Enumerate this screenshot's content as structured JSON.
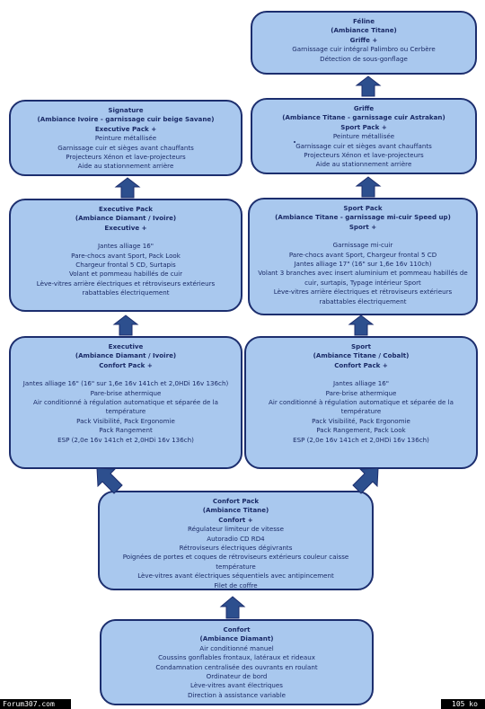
{
  "boxes": {
    "feline": {
      "title": [
        "Féline",
        "(Ambiance Titane)",
        "Griffe +"
      ],
      "lines": [
        "Garnissage cuir intégral Palimbro ou Cerbère",
        "Détection de sous-gonflage"
      ]
    },
    "griffe": {
      "title": [
        "Griffe",
        "(Ambiance Titane - garnissage cuir Astrakan)",
        "Sport Pack +"
      ],
      "lines": [
        "Peinture métallisée",
        "Garnissage cuir et sièges avant chauffants",
        "Projecteurs Xénon et lave-projecteurs",
        "Aide au stationnement arrière"
      ]
    },
    "signature": {
      "title": [
        "Signature",
        "(Ambiance Ivoire - garnissage cuir beige Savane)",
        "Executive Pack +"
      ],
      "lines": [
        "Peinture métallisée",
        "Garnissage cuir et sièges avant chauffants",
        "Projecteurs Xénon et lave-projecteurs",
        "Aide au stationnement arrière"
      ]
    },
    "executive_pack": {
      "title": [
        "Executive Pack",
        "(Ambiance Diamant / Ivoire)",
        "Executive +"
      ],
      "lines": [
        "",
        "Jantes alliage 16\"",
        "Pare-chocs avant Sport, Pack Look",
        "Chargeur frontal 5 CD, Surtapis",
        "Volant et pommeau habillés de cuir",
        "Lève-vitres arrière électriques et rétroviseurs extérieurs",
        "rabattables électriquement"
      ]
    },
    "sport_pack": {
      "title": [
        "Sport Pack",
        "(Ambiance Titane - garnissage mi-cuir Speed up)",
        "Sport +"
      ],
      "lines": [
        "",
        "Garnissage mi-cuir",
        "Pare-chocs avant Sport, Chargeur frontal 5 CD",
        "Jantes alliage 17\" (16\" sur 1,6e 16v 110ch)",
        "Volant 3 branches avec insert aluminium et pommeau habillés de",
        "cuir, surtapis, Typage intérieur Sport",
        "Lève-vitres arrière électriques et rétroviseurs extérieurs",
        "rabattables électriquement"
      ]
    },
    "executive": {
      "title": [
        "Executive",
        "(Ambiance Diamant / Ivoire)",
        "Confort Pack +"
      ],
      "lines": [
        "",
        "Jantes alliage 16\" (16\" sur 1,6e 16v 141ch et 2,0HDi 16v 136ch)",
        "Pare-brise athermique",
        "Air conditionné à régulation automatique et séparée de la",
        "température",
        "Pack Visibilité, Pack Ergonomie",
        "Pack Rangement",
        "ESP (2,0e 16v 141ch et 2,0HDi 16v 136ch)"
      ]
    },
    "sport": {
      "title": [
        "Sport",
        "(Ambiance Titane / Cobalt)",
        "Confort Pack +"
      ],
      "lines": [
        "",
        "Jantes alliage 16\"",
        "Pare-brise athermique",
        "Air conditionné à régulation automatique et séparée de la",
        "température",
        "Pack Visibilité, Pack Ergonomie",
        "Pack Rangement, Pack Look",
        "ESP (2,0e 16v 141ch et 2,0HDi 16v 136ch)"
      ]
    },
    "confort_pack": {
      "title": [
        "Confort Pack",
        "(Ambiance Titane)",
        "Confort +"
      ],
      "lines": [
        "Régulateur limiteur de vitesse",
        "Autoradio CD RD4",
        "Rétroviseurs électriques dégivrants",
        "Poignées de portes et coques de rétroviseurs extérieurs couleur caisse",
        "température",
        "Lève-vitres avant électriques séquentiels avec antipincement",
        "Filet de coffre"
      ]
    },
    "confort": {
      "title": [
        "Confort",
        "(Ambiance Diamant)"
      ],
      "lines": [
        "Air conditionné manuel",
        "Coussins gonflables frontaux, latéraux et rideaux",
        "Condamnation centralisée des ouvrants en roulant",
        "Ordinateur de bord",
        "Lève-vitres avant électriques",
        "Direction à assistance variable"
      ]
    }
  },
  "footer": {
    "site": "Forum307.com",
    "size": "105 ko"
  },
  "colors": {
    "box_fill": "#a9c8ee",
    "box_border": "#1c2e6e",
    "arrow_fill": "#2d4f8e",
    "text": "#1a2a66"
  }
}
